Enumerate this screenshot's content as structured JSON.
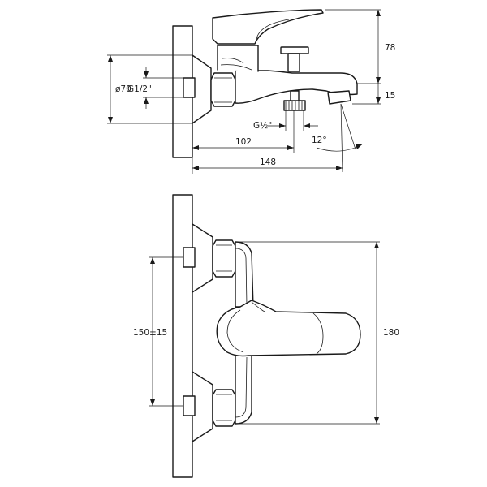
{
  "dimensions": {
    "top_height": "78",
    "diameter": "ø70",
    "inlet_thread": "G1/2\"",
    "spout_offset": "15",
    "outlet_thread": "G½\"",
    "wall_to_outlet": "102",
    "spout_angle": "12°",
    "total_depth": "148",
    "center_distance": "150±15",
    "total_width": "180"
  },
  "colors": {
    "stroke": "#1a1a1a",
    "background": "#ffffff"
  }
}
